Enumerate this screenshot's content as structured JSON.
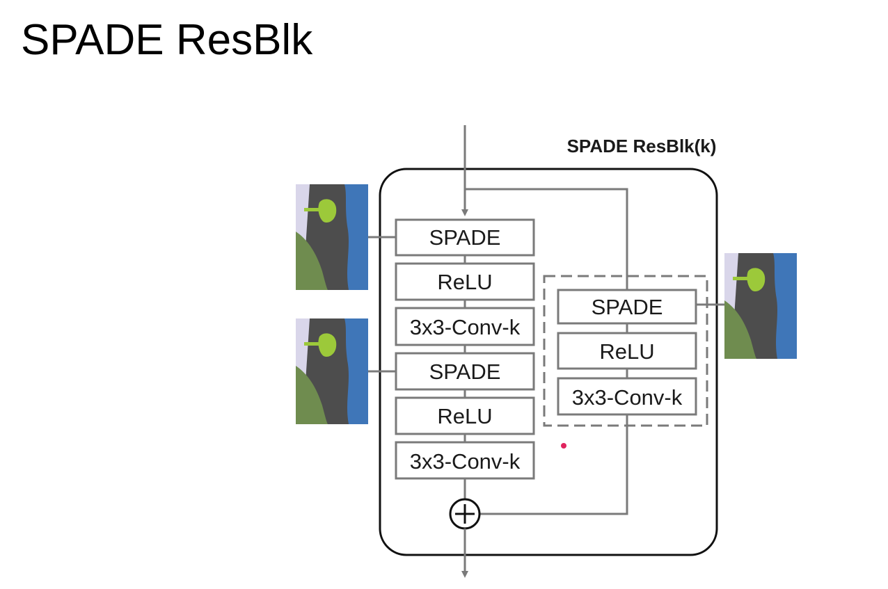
{
  "slide": {
    "title": "SPADE ResBlk"
  },
  "diagram": {
    "block_title": "SPADE ResBlk(k)",
    "main_branch": [
      {
        "label": "SPADE"
      },
      {
        "label": "ReLU"
      },
      {
        "label": "3x3-Conv-k"
      },
      {
        "label": "SPADE"
      },
      {
        "label": "ReLU"
      },
      {
        "label": "3x3-Conv-k"
      }
    ],
    "shortcut_branch": [
      {
        "label": "SPADE"
      },
      {
        "label": "ReLU"
      },
      {
        "label": "3x3-Conv-k"
      }
    ],
    "sum_symbol": "+",
    "segmentation_map_inputs": 3,
    "colors": {
      "line": "#7a7a7a",
      "outer_border": "#111111",
      "map_sky": "#d9d6ea",
      "map_rock": "#4d4d4d",
      "map_water": "#3f76b8",
      "map_grass": "#6f8c4f",
      "map_tree": "#9cc93a",
      "marker": "#e0245e"
    }
  }
}
